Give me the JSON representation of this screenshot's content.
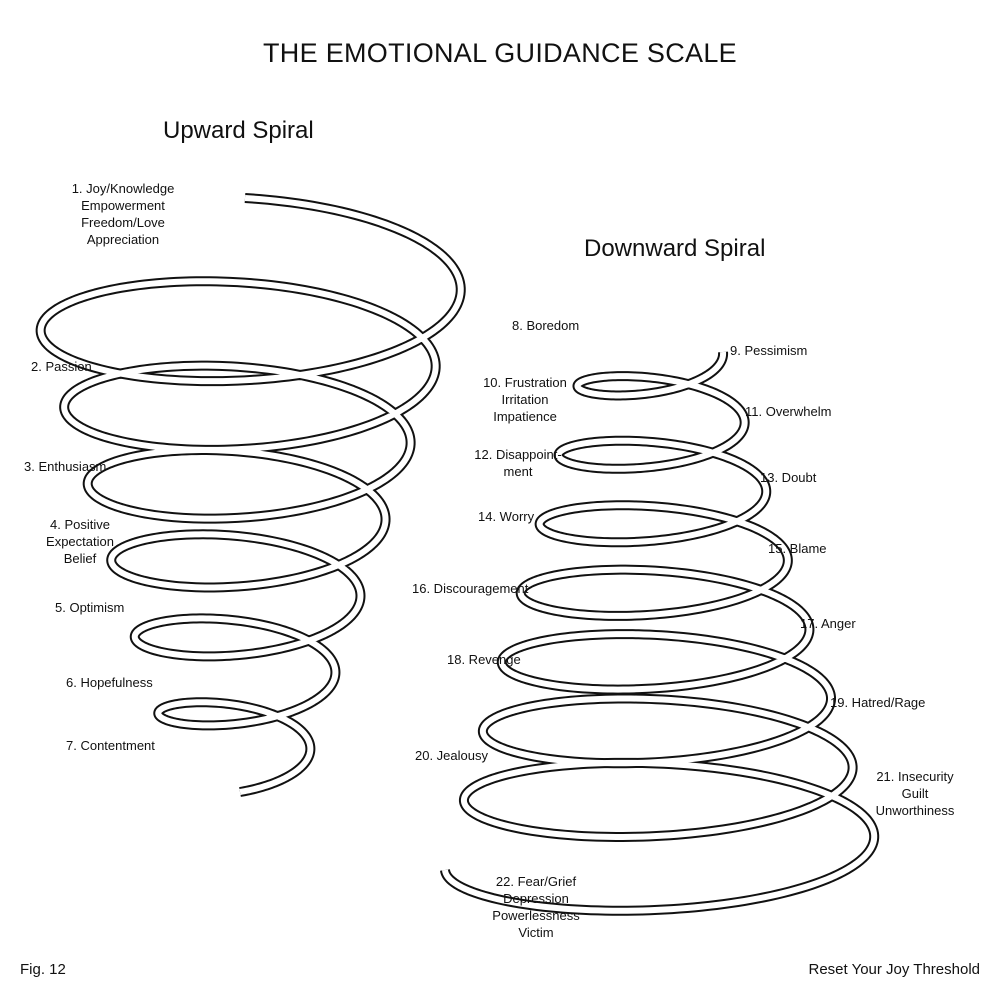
{
  "title": "THE EMOTIONAL GUIDANCE SCALE",
  "upward": {
    "title": "Upward Spiral",
    "labels": [
      [
        "1. Joy/Knowledge",
        "Empowerment",
        "Freedom/Love",
        "Appreciation"
      ],
      [
        "2. Passion"
      ],
      [
        "3. Enthusiasm"
      ],
      [
        "4. Positive",
        "Expectation",
        "Belief"
      ],
      [
        "5. Optimism"
      ],
      [
        "6. Hopefulness"
      ],
      [
        "7. Contentment"
      ]
    ]
  },
  "downward": {
    "title": "Downward Spiral",
    "labels": [
      [
        "8. Boredom"
      ],
      [
        "9. Pessimism"
      ],
      [
        "10. Frustration",
        "Irritation",
        "Impatience"
      ],
      [
        "11. Overwhelm"
      ],
      [
        "12. Disappoint-",
        "ment"
      ],
      [
        "13. Doubt"
      ],
      [
        "14. Worry"
      ],
      [
        "15. Blame"
      ],
      [
        "16. Discouragement"
      ],
      [
        "17. Anger"
      ],
      [
        "18. Revenge"
      ],
      [
        "19. Hatred/Rage"
      ],
      [
        "20. Jealousy"
      ],
      [
        "21. Insecurity",
        "Guilt",
        "Unworthiness"
      ],
      [
        "22. Fear/Grief",
        "Depression",
        "Powerlessness",
        "Victim"
      ]
    ]
  },
  "footer": {
    "left": "Fig. 12",
    "right": "Reset Your Joy Threshold"
  }
}
